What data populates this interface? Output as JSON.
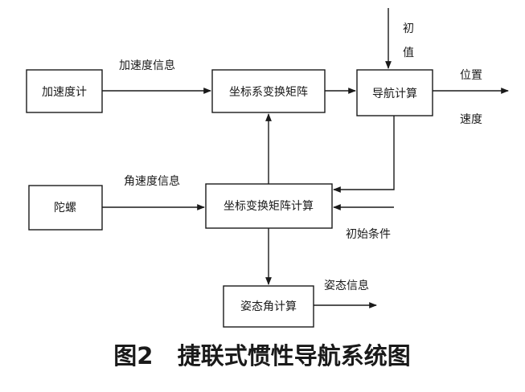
{
  "diagram": {
    "blocks": {
      "accelerometer": "加速度计",
      "coord_matrix": "坐标系变换矩阵",
      "nav_calc": "导航计算",
      "gyro": "陀螺",
      "matrix_calc": "坐标变换矩阵计算",
      "attitude_calc": "姿态角计算"
    },
    "labels": {
      "accel_info": "加速度信息",
      "angular_rate_info": "角速度信息",
      "initial_value_1": "初",
      "initial_value_2": "值",
      "position": "位置",
      "velocity": "速度",
      "initial_condition": "初始条件",
      "attitude_info": "姿态信息"
    },
    "caption": "图2   捷联式惯性导航系统图",
    "edges": [
      {
        "from": "accelerometer",
        "to": "coord_matrix",
        "label": "accel_info"
      },
      {
        "from": "coord_matrix",
        "to": "nav_calc"
      },
      {
        "from": "initial_value",
        "to": "nav_calc"
      },
      {
        "from": "nav_calc",
        "to": "output",
        "label": "position / velocity"
      },
      {
        "from": "nav_calc",
        "to": "matrix_calc"
      },
      {
        "from": "initial_condition",
        "to": "matrix_calc"
      },
      {
        "from": "gyro",
        "to": "matrix_calc",
        "label": "angular_rate_info"
      },
      {
        "from": "matrix_calc",
        "to": "coord_matrix"
      },
      {
        "from": "matrix_calc",
        "to": "attitude_calc"
      },
      {
        "from": "attitude_calc",
        "to": "output",
        "label": "attitude_info"
      }
    ]
  }
}
